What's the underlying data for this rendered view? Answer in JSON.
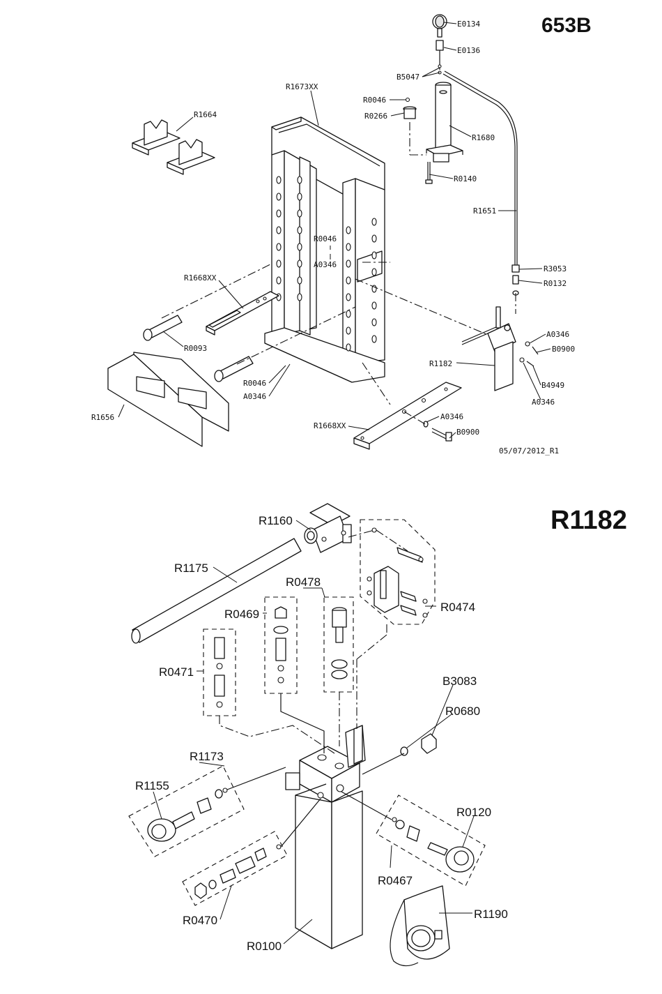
{
  "diagram_top": {
    "title": "653B",
    "date_code": "05/07/2012_R1",
    "labels": [
      "E0134",
      "E0136",
      "B5047",
      "R0046",
      "R0266",
      "R1680",
      "R0140",
      "R1651",
      "R3053",
      "R0132",
      "A0346",
      "B0900",
      "R1182",
      "B4949",
      "A0346",
      "R1673XX",
      "R1664",
      "R0046",
      "A0346",
      "R1668XX",
      "R0093",
      "R0046",
      "A0346",
      "R1656",
      "R1668XX",
      "A0346",
      "B0900"
    ]
  },
  "diagram_bottom": {
    "title": "R1182",
    "labels": [
      "R1160",
      "R1175",
      "R0478",
      "R0474",
      "R0469",
      "R0471",
      "B3083",
      "R0680",
      "R1173",
      "R1155",
      "R0120",
      "R0467",
      "R1190",
      "R0470",
      "R0100"
    ]
  }
}
